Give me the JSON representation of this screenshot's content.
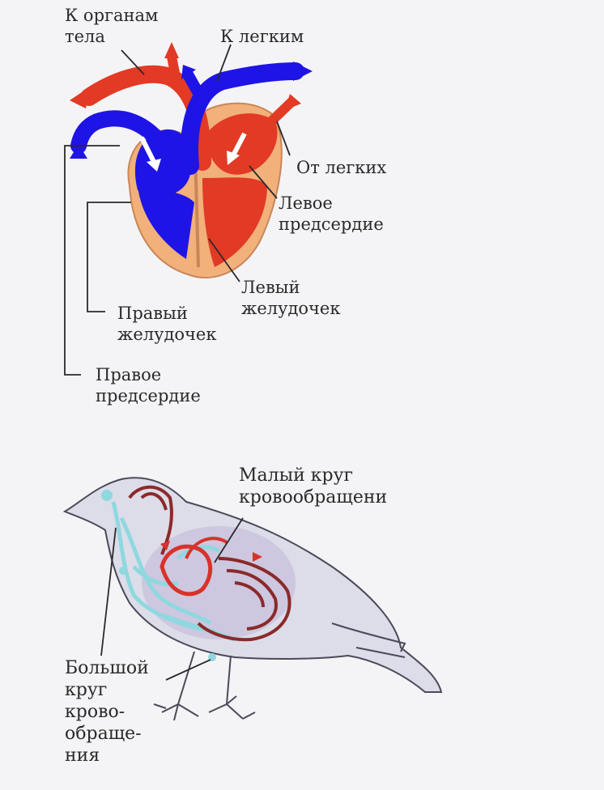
{
  "heart_diagram": {
    "labels": {
      "to_body_organs": [
        "К органам",
        "тела"
      ],
      "to_lungs": "К легким",
      "from_lungs": "От легких",
      "left_atrium": [
        "Левое",
        "предсердие"
      ],
      "left_ventricle": [
        "Левый",
        "желудочек"
      ],
      "right_ventricle": [
        "Правый",
        "желудочек"
      ],
      "right_atrium": [
        "Правое",
        "предсердие"
      ]
    }
  },
  "bird_diagram": {
    "labels": {
      "pulmonary_circulation": [
        "Малый круг",
        "кровообращени"
      ],
      "systemic_circulation": [
        "Большой",
        "круг",
        "крово-",
        "обраще-",
        "ния"
      ]
    }
  },
  "colors": {
    "oxygen_poor_blood": "#1f14e6",
    "oxygen_rich_blood": "#e23a24",
    "heart_wall": "#f2b07a",
    "bird_vessels_systemic": "#8fd8e0",
    "bird_vessels_pulmonary": "#8a2a2a",
    "background": "#f4f4f6"
  }
}
